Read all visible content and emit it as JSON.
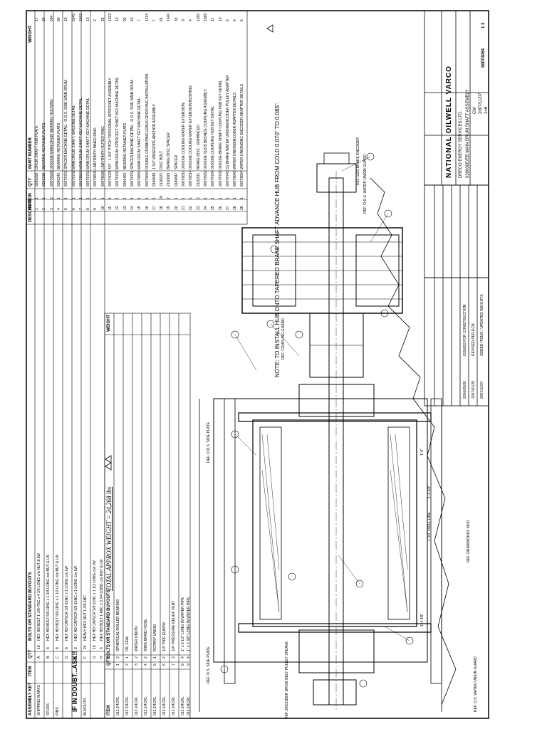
{
  "bom_left": {
    "headers": {
      "key": "ASSEMBLY KEY",
      "item": "ITEM",
      "qty": "QTY",
      "desc": "BOLTS OR STANDARD BUYOUTS",
      "part": "",
      "weight": ""
    },
    "rows": [
      {
        "key": "SHIPPING MARKS",
        "item": "A",
        "qty": "18",
        "desc": "HEX HD BOLT 1-1/8-7NC x 4 1/2 LONG c/w NUT & LW"
      },
      {
        "key": "STUDS",
        "item": "B",
        "qty": "8",
        "desc": "HEX HD BOLT 5/8-11NC x 1 3/4 LONG c/w NUT & LW"
      },
      {
        "key": "PINS",
        "item": "C",
        "qty": "8",
        "desc": "HEX HD BOLT 5/8-11NC x 2 1/2 LONG c/w NUT & LW"
      },
      {
        "key": "",
        "item": "D",
        "qty": "8",
        "desc": "HEX HD CAPSCR 3/8-16NC x 1 LONG c/w LW"
      },
      {
        "key": "",
        "item": "E",
        "qty": "8",
        "desc": "HEX HD CAPSCR 3/8-16NC x 1 LONG c/w LW"
      },
      {
        "key": "BUYOUTS",
        "item": "F",
        "qty": "24",
        "desc": "HEAVY HEX NUT 1 3/8-6NC"
      },
      {
        "key": "",
        "item": "G",
        "qty": "18",
        "desc": "HEX HD CAPSCR 5/8-11NC x 1 1/2 LONG c/w LW"
      },
      {
        "key": "",
        "item": "H",
        "qty": "6",
        "desc": "HEX HD BOLT 1-8NC x 3 3/4 LONG c/w NUT & LW"
      }
    ]
  },
  "bom_mid": {
    "headers": {
      "item": "ITEM",
      "qty": "QTY",
      "desc": "BOLTS OR STANDARD BUYOUTS",
      "weight": "WEIGHT"
    },
    "rows": [
      {
        "item": "1",
        "qty": "2",
        "desc": "SPHERICAL ROLLER BEARING",
        "part": "013.2/4CRL"
      },
      {
        "item": "2",
        "qty": "1",
        "desc": "OIL SEAL",
        "part": "013.2/4CRL"
      },
      {
        "item": "3",
        "qty": "2",
        "desc": "WATER UNION",
        "part": "013.2/4CRL"
      },
      {
        "item": "4",
        "qty": "2",
        "desc": "WIRE BRAID HOSE",
        "part": "013.2/4CRL"
      },
      {
        "item": "5",
        "qty": "1",
        "desc": "ROTARY UNION",
        "part": "013.2/4CRL"
      },
      {
        "item": "6",
        "qty": "2",
        "desc": "1/4\" PIPE ELBOW",
        "part": "013.2/4CRL"
      },
      {
        "item": "7",
        "qty": "2",
        "desc": "1/4\" PRESSURE RELIEF VENT",
        "part": "013.2/4CRL"
      },
      {
        "item": "8",
        "qty": "4",
        "desc": "1\" x 5 1/2\" LONG IN WATER PIPE",
        "part": "013.2/4CRL"
      },
      {
        "item": "9",
        "qty": "4",
        "desc": "1\" x 2 3/8\" LONG IN WATER PIPE",
        "part": "013.2/4CRL"
      }
    ]
  },
  "bom_right": {
    "headers": {
      "weight": "WEIGHT",
      "item": "ITEM",
      "qty": "QTY",
      "part": "PART NUMBER",
      "desc": "DESCRIPTION",
      "wt": "WEIGHT"
    },
    "rows": [
      {
        "item": "1",
        "qty": "1",
        "part": "9286293",
        "desc": "DRUM SHAFT HUB PLATE",
        "wt": "17"
      },
      {
        "item": "2",
        "qty": "1",
        "part": "9286238",
        "desc": "BEARING RETAINER PLATE",
        "wt": "66"
      },
      {
        "item": "3",
        "qty": "2",
        "part": "900T8968",
        "desc": "020000E MAIN DRUM BEARING HOUSING",
        "wt": "694"
      },
      {
        "item": "4",
        "qty": "1",
        "part": "9286241",
        "desc": "BEARING RETAINER PLATE",
        "wt": "80"
      },
      {
        "item": "5",
        "qty": "1",
        "part": "900T8762",
        "desc": "SPACER MACHINE DETAIL - O.D.S. SIDE MAIN DRUM",
        "wt": "19"
      },
      {
        "item": "6",
        "qty": "1",
        "part": "900T8758",
        "desc": "MAIN DRUM SHAFT, MACHINE DETAIL",
        "wt": "6340"
      },
      {
        "item": "7",
        "qty": "1",
        "part": "900T8960",
        "desc": "MAIN DRUM SHAFT KEY MACHINE DETAIL",
        "wt": "1603"
      },
      {
        "item": "8",
        "qty": "1",
        "part": "900T8782",
        "desc": "MAIN DRUM SHAFT KEY MACHINE DETAIL",
        "wt": "13"
      },
      {
        "item": "9",
        "qty": "1",
        "part": "900T8809",
        "desc": "LABYRINTH INNER RING",
        "wt": "2"
      },
      {
        "item": "10",
        "qty": "1",
        "part": "900T8688",
        "desc": "LABYRINTH OUTER RING",
        "wt": "29"
      },
      {
        "item": "11",
        "qty": "1",
        "part": "900T4029",
        "desc": "40T - 1 3/4\" PITCH TORSIONAL SPROCKET ASSEMBLY",
        "wt": "1322"
      },
      {
        "item": "12",
        "qty": "1",
        "part": "900T8783",
        "desc": "MAIN DRUM SPROCKET SHAFT KEY MACHINE DETAIL",
        "wt": "10"
      },
      {
        "item": "13",
        "qty": "1",
        "part": "9286452",
        "desc": "BEARING RETAINER PLATE",
        "wt": "92"
      },
      {
        "item": "14",
        "qty": "1",
        "part": "900T8751",
        "desc": "SPACER MACHINE DETAIL - O.D.S. SIDE MAIN DRUM",
        "wt": "43"
      },
      {
        "item": "15",
        "qty": "1",
        "part": "900T8866",
        "desc": "MAIN DRUM SHAFT KEY MACHINE DETAIL",
        "wt": "7"
      },
      {
        "item": "16",
        "qty": "1",
        "part": "900T8844",
        "desc": "DOUBLE CRANKPINS LEBUS GROOVING INSTALLATION",
        "wt": "1214"
      },
      {
        "item": "17",
        "qty": "1",
        "part": "9186848",
        "desc": "1 3/4\" WIREROPE ANCHOR ASSEMBLY",
        "wt": "7"
      },
      {
        "item": "18",
        "qty": "24",
        "part": "2116022",
        "desc": "DISC BOLT",
        "wt": "65"
      },
      {
        "item": "19",
        "qty": "2",
        "part": "2116009",
        "desc": "BRAKE DISC SPACER",
        "wt": "1640"
      },
      {
        "item": "20",
        "qty": "1",
        "part": "9186847",
        "desc": "SPACER",
        "wt": "33"
      },
      {
        "item": "21",
        "qty": "1",
        "part": "900T8811",
        "desc": "020000E COOLING WATER EXTENSION",
        "wt": "9"
      },
      {
        "item": "22",
        "qty": "1",
        "part": "900T8814",
        "desc": "020000E COOLING WATER EXTENSION BUSHING",
        "wt": "4"
      },
      {
        "item": "23",
        "qty": "2",
        "part": "2116231",
        "desc": "BRAKE DISC - ENHANCED",
        "wt": "1260"
      },
      {
        "item": "24",
        "qty": "1",
        "part": "900T8952",
        "desc": "020000E SLB B BRONZE COUPLING ASSEMBLY",
        "wt": "1589"
      },
      {
        "item": "25",
        "qty": "1",
        "part": "900T8784",
        "desc": "020000E COUPLING HUB KEY DETAIL",
        "wt": "11"
      },
      {
        "item": "26",
        "qty": "1",
        "part": "900T8790",
        "desc": "020000E BRAKE SHAFT COUPLING HUB KEY DETAIL",
        "wt": "10"
      },
      {
        "item": "27",
        "qty": "1",
        "part": "900T8743",
        "desc": "D1 BRAKE WATER UNION/ENCODER PULLEY ADAPTER",
        "wt": "6"
      },
      {
        "item": "28",
        "qty": "1",
        "part": "900T8845",
        "desc": "WATER UNION/ENCODER ADAPTER DETAILS",
        "wt": "6"
      },
      {
        "item": "29",
        "qty": "1",
        "part": "900T8864",
        "desc": "WATER UNION/ENC ENCODER ADAPTER DETAILS",
        "wt": "5"
      }
    ]
  },
  "notes": {
    "if_in_doubt": "IF IN DOUBT...ASK!!",
    "total_weight": "TOTAL APPROX WEIGHT = 24,268 lbs",
    "install_note": "NOTE: TO INSTALL HUB ONTO TAPERED BRAKE SHAFT ADVANCE HUB FROM COLD 0.070\" TO 0.085\"."
  },
  "refs": {
    "ods_side_plate": "REF. O.D.S. SIDE PLATE",
    "ds_side_plate": "REF. D.S. SIDE PLATE",
    "ods_water_union_guard": "REF. O.D.S. WATER UNION GUARD",
    "ds_water_union_guard": "REF. D.S. WATER UNION GUARD",
    "drawworks_skid": "REF. DRAWWORKS SKID",
    "eds_brake_encoder": "REF. EDS BRAKE ENCODER",
    "encoder_pulley": "REF. ENCODER DRIVE BELT PULLEY SHEAVE",
    "coupling_guard": "REF. COUPLING GUARD",
    "drill_line": "1 3/4\" DRILL LINE",
    "dim_1": "1'-4 3/8\"",
    "dim_2": "1'-4 3/8\"",
    "dim_3": "1'-6\""
  },
  "title_block": {
    "company": "NATIONAL OILWELL VARCO",
    "client": "DRECO ENERGY SERVICES LTD.",
    "title": "020000E/EB MAIN DRUM SHAFT ASSEMBLY",
    "drawn_by": "CM",
    "date": "2007/11/07",
    "scale": "1=6",
    "dwg_no": "900T4054",
    "sheet": "1 3",
    "rev": "0"
  },
  "revisions": [
    {
      "rev": "0",
      "date": "2006/09/26",
      "desc": "ISSUED FOR CONSTRUCTION"
    },
    {
      "rev": "1",
      "date": "2007/01/29",
      "desc": "REVISED PER ECN"
    },
    {
      "rev": "2",
      "date": "2007/11/07",
      "desc": "ADDED ITEMS / UPDATED WEIGHTS"
    }
  ]
}
